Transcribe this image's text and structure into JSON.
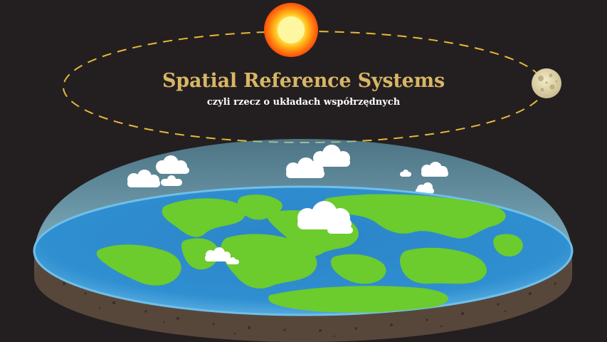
{
  "title": "Spatial Reference Systems",
  "subtitle": "czyli rzecz o układach współrzędnych",
  "colors": {
    "background": "#231f20",
    "title": "#d8b665",
    "subtitle": "#ffffff",
    "orbit": "#e5b93a",
    "ocean": "#2f8fd0",
    "land": "#6ccb2d",
    "dome": "#7fc7e4",
    "soil": "#5b4a3e",
    "cloud": "#ffffff"
  },
  "icons": [
    "sun-icon",
    "moon-icon",
    "flat-earth-disc",
    "sky-dome",
    "cloud-icon"
  ]
}
